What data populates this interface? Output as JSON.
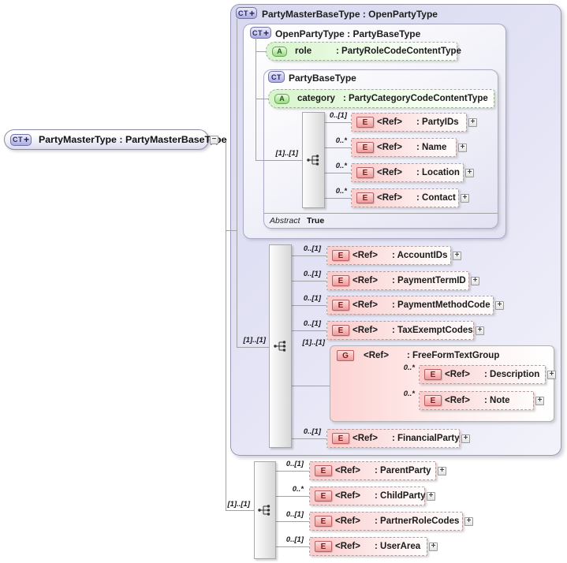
{
  "icons": {
    "complex_type": "CT",
    "plus_badge": "+",
    "attribute": "A",
    "element": "E",
    "group": "G",
    "expand": "+",
    "collapse": "−"
  },
  "ref_label": "<Ref>",
  "root": {
    "label": "PartyMasterType : PartyMasterBaseType"
  },
  "master_base": {
    "title": "PartyMasterBaseType : OpenPartyType",
    "seq_card": "[1]..[1]"
  },
  "open_party": {
    "title": "OpenPartyType : PartyBaseType"
  },
  "party_base": {
    "title": "PartyBaseType",
    "seq_card": "[1]..[1]",
    "abstract_label": "Abstract",
    "abstract_value": "True"
  },
  "attributes": {
    "role": {
      "name": "role",
      "type": ": PartyRoleCodeContentType"
    },
    "category": {
      "name": "category",
      "type": ": PartyCategoryCodeContentType"
    }
  },
  "party_base_elements": [
    {
      "card": "0..[1]",
      "type": ": PartyIDs"
    },
    {
      "card": "0..*",
      "type": ": Name"
    },
    {
      "card": "0..*",
      "type": ": Location"
    },
    {
      "card": "0..*",
      "type": ": Contact"
    }
  ],
  "master_base_elements": [
    {
      "card": "0..[1]",
      "type": ": AccountIDs"
    },
    {
      "card": "0..[1]",
      "type": ": PaymentTermID"
    },
    {
      "card": "0..[1]",
      "type": ": PaymentMethodCode"
    },
    {
      "card": "0..[1]",
      "type": ": TaxExemptCodes"
    }
  ],
  "free_form_group": {
    "card": "[1]..[1]",
    "type": ": FreeFormTextGroup",
    "seq_card": "[1]..[1]",
    "children": [
      {
        "card": "0..*",
        "type": ": Description"
      },
      {
        "card": "0..*",
        "type": ": Note"
      }
    ]
  },
  "financial_party": {
    "card": "0..[1]",
    "type": ": FinancialParty"
  },
  "master_elements": [
    {
      "card": "0..[1]",
      "type": ": ParentParty"
    },
    {
      "card": "0..*",
      "type": ": ChildParty"
    },
    {
      "card": "0..[1]",
      "type": ": PartnerRoleCodes"
    },
    {
      "card": "0..[1]",
      "type": ": UserArea"
    }
  ]
}
